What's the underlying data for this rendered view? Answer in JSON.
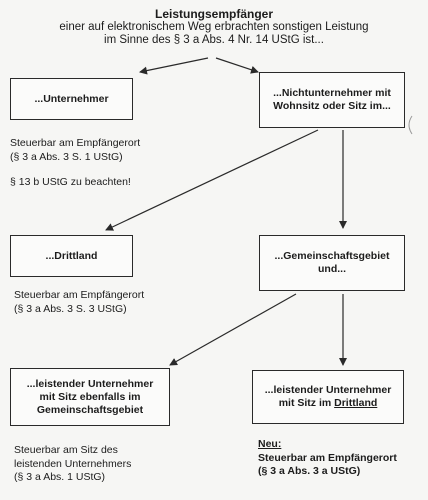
{
  "title": {
    "line1": "Leistungsempfänger",
    "line2": "einer auf elektronischem Weg erbrachten sonstigen Leistung",
    "line3": "im Sinne des § 3 a Abs. 4 Nr. 14 UStG ist..."
  },
  "boxes": {
    "unternehmer": "...Unternehmer",
    "nichtunternehmer_line1": "...Nichtunternehmer mit",
    "nichtunternehmer_line2": "Wohnsitz oder Sitz im...",
    "drittland": "...Drittland",
    "gemeinschaftsgebiet_line1": "...Gemeinschaftsgebiet",
    "gemeinschaftsgebiet_line2": "und...",
    "leistender_eu_line1": "...leistender Unternehmer",
    "leistender_eu_line2": "mit Sitz ebenfalls im",
    "leistender_eu_line3": "Gemeinschaftsgebiet",
    "leistender_dritt_line1": "...leistender Unternehmer",
    "leistender_dritt_line2_prefix": "mit Sitz im ",
    "leistender_dritt_line2_underlined": "Drittland"
  },
  "notes": {
    "unternehmer_line1": "Steuerbar am Empfängerort",
    "unternehmer_line2": "(§ 3 a Abs. 3 S. 1 UStG)",
    "unternehmer_line3": "§ 13 b UStG zu beachten!",
    "drittland_line1": "Steuerbar am Empfängerort",
    "drittland_line2": "(§ 3 a Abs. 3 S. 3 UStG)",
    "eu_line1": "Steuerbar am Sitz des",
    "eu_line2": "leistenden Unternehmers",
    "eu_line3": "(§ 3 a Abs. 1 UStG)",
    "neu_label": "Neu:",
    "neu_line1": "Steuerbar am Empfängerort",
    "neu_line2": "(§ 3 a Abs. 3 a UStG)"
  }
}
